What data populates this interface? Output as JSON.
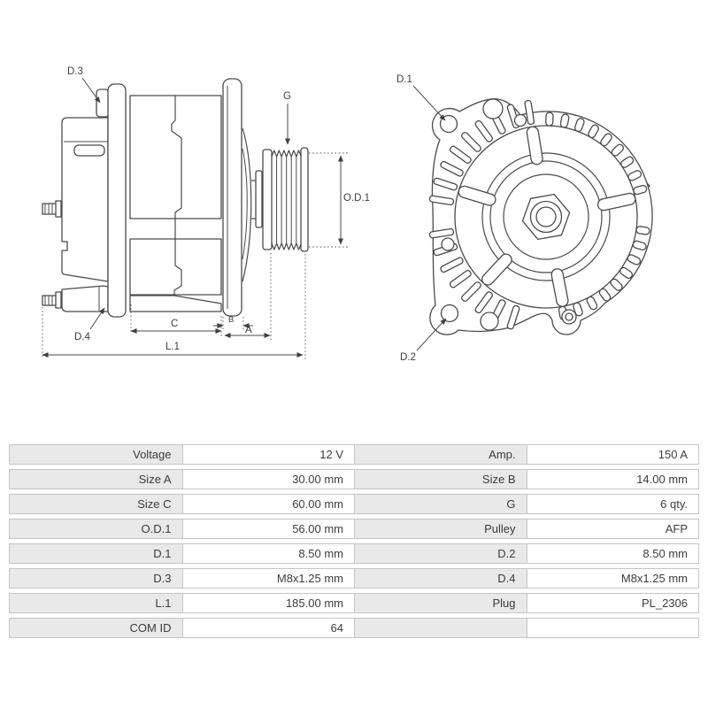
{
  "diagram": {
    "line_color": "#4a4a4a",
    "side_view": {
      "labels": {
        "d3": "D.3",
        "d4": "D.4",
        "g": "G",
        "od1": "O.D.1",
        "c": "C",
        "b": "B",
        "a": "A",
        "l1": "L.1"
      }
    },
    "front_view": {
      "labels": {
        "d1": "D.1",
        "d2": "D.2"
      }
    }
  },
  "table": {
    "colors": {
      "label_bg": "#e9e9e9",
      "value_bg": "#ffffff",
      "border": "#c5c5c5",
      "text": "#3c3c3c"
    },
    "rows": [
      {
        "l1": "Voltage",
        "v1": "12 V",
        "l2": "Amp.",
        "v2": "150 A"
      },
      {
        "l1": "Size A",
        "v1": "30.00 mm",
        "l2": "Size B",
        "v2": "14.00 mm"
      },
      {
        "l1": "Size C",
        "v1": "60.00 mm",
        "l2": "G",
        "v2": "6 qty."
      },
      {
        "l1": "O.D.1",
        "v1": "56.00 mm",
        "l2": "Pulley",
        "v2": "AFP"
      },
      {
        "l1": "D.1",
        "v1": "8.50 mm",
        "l2": "D.2",
        "v2": "8.50 mm"
      },
      {
        "l1": "D.3",
        "v1": "M8x1.25 mm",
        "l2": "D.4",
        "v2": "M8x1.25 mm"
      },
      {
        "l1": "L.1",
        "v1": "185.00 mm",
        "l2": "Plug",
        "v2": "PL_2306"
      },
      {
        "l1": "COM ID",
        "v1": "64",
        "l2": "",
        "v2": ""
      }
    ]
  }
}
